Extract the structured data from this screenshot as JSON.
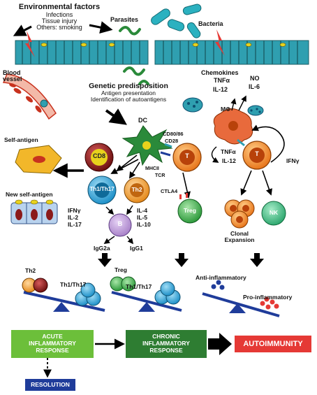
{
  "colors": {
    "membrane_fill": "#2f9fb0",
    "membrane_bead": "#e8d21c",
    "acute_box": "#6cbf3a",
    "chronic_box": "#2e7d32",
    "autoimmunity_box": "#e53935",
    "resolution_box": "#1f3c9a",
    "balance_beam": "#1f3c9a",
    "cd8": "#8b1a1a",
    "th1": "#1e90c8",
    "th2": "#e58a1c",
    "b_cell": "#a983c9",
    "t_cell": "#e8761b",
    "treg": "#2e9a3c",
    "nk": "#2fa870",
    "macrophage": "#e86a3c",
    "blood_vessel": "#c8321e"
  },
  "top": {
    "env_title": "Environmental factors",
    "env_lines": [
      "Infections",
      "Tissue injury",
      "Others: smoking"
    ],
    "parasites": "Parasites",
    "bacteria": "Bacteria",
    "blood_vessel": [
      "Blood",
      "vessel"
    ],
    "chemokines": "Chemokines"
  },
  "genetic": {
    "title": "Genetic predisposition",
    "lines": [
      "Antigen presentation",
      "Identification of autoantigens"
    ]
  },
  "cytokines_top": {
    "tnfa": "TNFα",
    "il12": "IL-12",
    "no": "NO",
    "il6": "IL-6"
  },
  "cells": {
    "dc": "DC",
    "cd80": "CD80/86",
    "cd28": "CD28",
    "mhcii": "MHCII",
    "tcr": "TCR",
    "t": "T",
    "cd8": "CD8",
    "th1": "Th1/Th17",
    "th2": "Th2",
    "b": "B",
    "ctla4": "CTLA4",
    "treg": "Treg",
    "mphi": "MΦ",
    "t2": "T",
    "tnfa2": "TNFα",
    "il12b": "IL-12",
    "ifng_r": "IFNγ",
    "nk": "NK"
  },
  "left": {
    "self_antigen": "Self-antigen",
    "new_self_antigen": "New self-antigen"
  },
  "cytokine_lists": {
    "th1": [
      "IFNγ",
      "IL-2",
      "IL-17"
    ],
    "th2": [
      "IL-4",
      "IL-5",
      "IL-10"
    ]
  },
  "antibodies": {
    "igg2a": "IgG2a",
    "igg1": "IgG1"
  },
  "clonal": [
    "Clonal",
    "Expansion"
  ],
  "balances": {
    "b1_left": "Th2",
    "b1_right": "Th1/Th17",
    "b2_left": "Treg",
    "b2_right": "Th1/Th17",
    "b3_left": "Anti-inflammatory",
    "b3_right": "Pro-inflammatory"
  },
  "outcomes": {
    "acute": [
      "ACUTE",
      "INFLAMMATORY",
      "RESPONSE"
    ],
    "chronic": [
      "CHRONIC",
      "INFLAMMATORY",
      "RESPONSE"
    ],
    "autoimmunity": "AUTOIMMUNITY",
    "resolution": "RESOLUTION"
  }
}
